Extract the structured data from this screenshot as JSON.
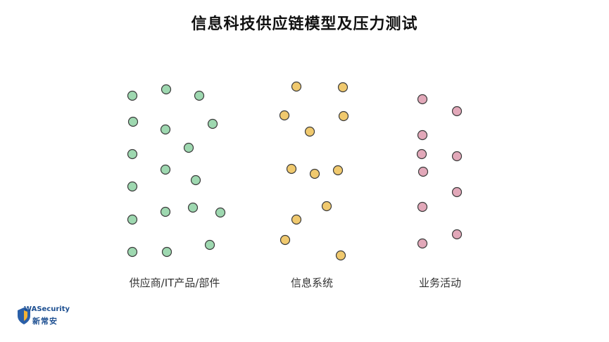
{
  "title": "信息科技供应链模型及压力测试",
  "groups": [
    {
      "label": "供应商/IT产品/部件",
      "color": "#9ed8b0"
    },
    {
      "label": "信息系统",
      "color": "#f0c96e"
    },
    {
      "label": "业务活动",
      "color": "#e2a8b9"
    }
  ],
  "logo": {
    "top_text": "WASecurity",
    "bottom_text": "新常安"
  },
  "colors": {
    "stroke": "#3a3a3a"
  }
}
